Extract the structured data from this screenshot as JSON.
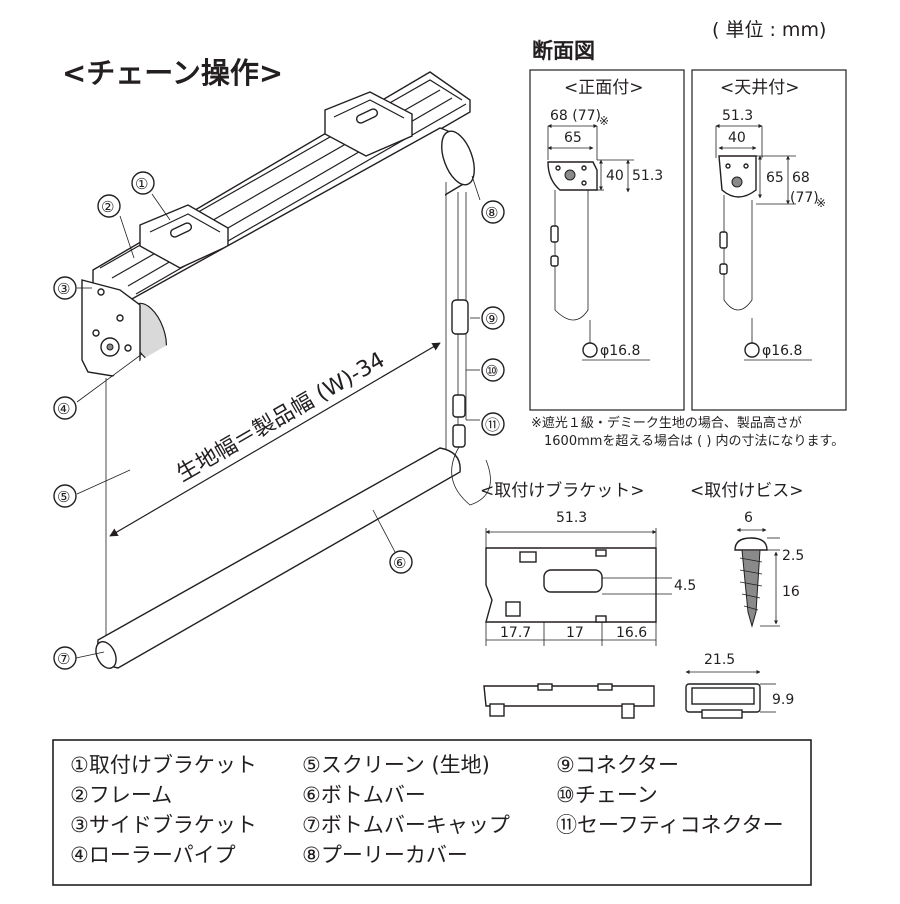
{
  "title": "<チェーン操作>",
  "unit_note": "( 単位 : mm)",
  "section_title": "断面図",
  "front_panel": {
    "label": "<正面付>",
    "dim_top1": "68 (77)",
    "dim_top1_mark": "※",
    "dim_top2": "65",
    "dim_side1": "40",
    "dim_side2": "51.3",
    "dim_pulley": "φ16.8"
  },
  "ceiling_panel": {
    "label": "<天井付>",
    "dim_top1": "51.3",
    "dim_top2": "40",
    "dim_side1": "65",
    "dim_side2": "68",
    "dim_side3": "(77)",
    "dim_side3_mark": "※",
    "dim_pulley": "φ16.8"
  },
  "note_line1": "※遮光１級・デミーク生地の場合、製品高さが",
  "note_line2": "1600mmを超える場合は ( ) 内の寸法になります。",
  "width_label": "生地幅＝製品幅 (W)-34",
  "callouts": [
    "①",
    "②",
    "③",
    "④",
    "⑤",
    "⑥",
    "⑦",
    "⑧",
    "⑨",
    "⑩",
    "⑪"
  ],
  "bracket": {
    "title": "<取付けブラケット>",
    "dim_width": "51.3",
    "dim_hole": "4.5",
    "dim_b1": "17.7",
    "dim_b2": "17",
    "dim_b3": "16.6",
    "dim_side_w": "21.5",
    "dim_side_h": "9.9"
  },
  "screw": {
    "title": "<取付けビス>",
    "dim_head": "6",
    "dim_head_h": "2.5",
    "dim_len": "16"
  },
  "legend": [
    "①取付けブラケット",
    "②フレーム",
    "③サイドブラケット",
    "④ローラーパイプ",
    "⑤スクリーン (生地)",
    "⑥ボトムバー",
    "⑦ボトムバーキャップ",
    "⑧プーリーカバー",
    "⑨コネクター",
    "⑩チェーン",
    "⑪セーフティコネクター"
  ]
}
